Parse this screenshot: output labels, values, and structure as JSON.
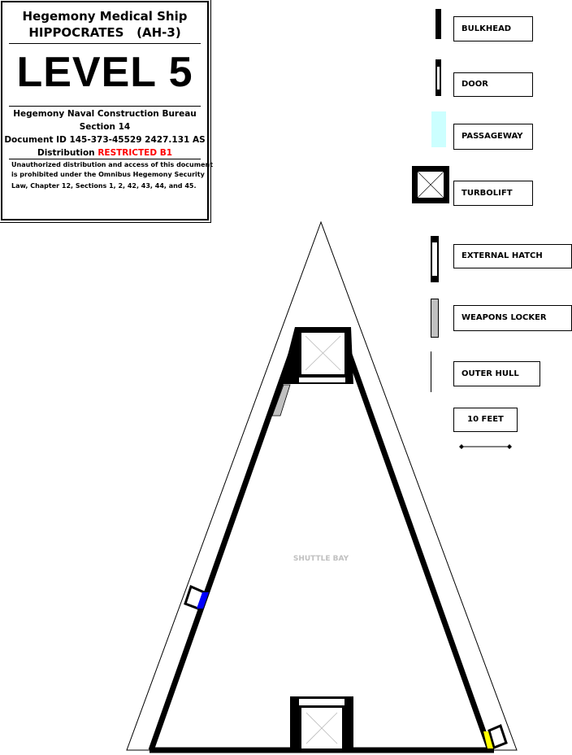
{
  "title_block": {
    "ship_line": "Hegemony Medical Ship",
    "name_line": "HIPPOCRATES   (AH-3)",
    "level": "LEVEL 5",
    "bureau": "Hegemony Naval Construction Bureau",
    "section": "Section 14",
    "document_id": "Document ID 145-373-45529 2427.131 AS",
    "distribution_label": "Distribution ",
    "distribution_value": "RESTRICTED B1",
    "warning_1": "Unauthorized distribution and access of this document",
    "warning_2": "is prohibited under the Omnibus Hegemony Security",
    "warning_3": "Law, Chapter 12, Sections 1, 2, 42, 43, 44, and 45."
  },
  "legend": {
    "bulkhead": "BULKHEAD",
    "door": "DOOR",
    "passageway": "PASSAGEWAY",
    "turbolift": "TURBOLIFT",
    "external_hatch": "EXTERNAL HATCH",
    "weapons_locker": "WEAPONS LOCKER",
    "outer_hull": "OUTER HULL",
    "scale": "10 FEET"
  },
  "map": {
    "room_label": "SHUTTLE BAY"
  },
  "colors": {
    "restricted": "#ff0000",
    "passageway": "#ccffff",
    "weapons_locker": "#c0c0c0",
    "hatch_blue": "#0000ff",
    "hatch_yellow": "#ffff00"
  }
}
